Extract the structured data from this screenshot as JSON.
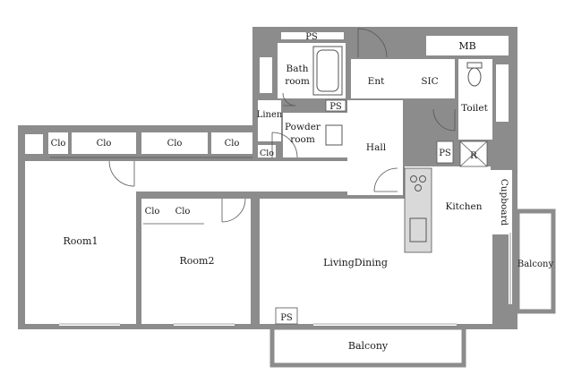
{
  "labels": {
    "ps_top": "PS",
    "mb": "MB",
    "bathroom_line1": "Bath",
    "bathroom_line2": "room",
    "ent": "Ent",
    "sic": "SIC",
    "ps_mid": "PS",
    "toilet": "Toilet",
    "linen": "Linen",
    "powder_line1": "Powder",
    "powder_line2": "room",
    "clo_1": "Clo",
    "clo_2": "Clo",
    "clo_3": "Clo",
    "clo_4": "Clo",
    "clo_5": "Clo",
    "hall": "Hall",
    "ps_right": "PS",
    "r": "R",
    "cupboard": "Cupboard",
    "kitchen": "Kitchen",
    "clo_6": "Clo",
    "clo_7": "Clo",
    "room1": "Room1",
    "room2": "Room2",
    "living_dining": "LivingDining",
    "balcony_right": "Balcony",
    "ps_bottom": "PS",
    "balcony_bottom": "Balcony"
  }
}
